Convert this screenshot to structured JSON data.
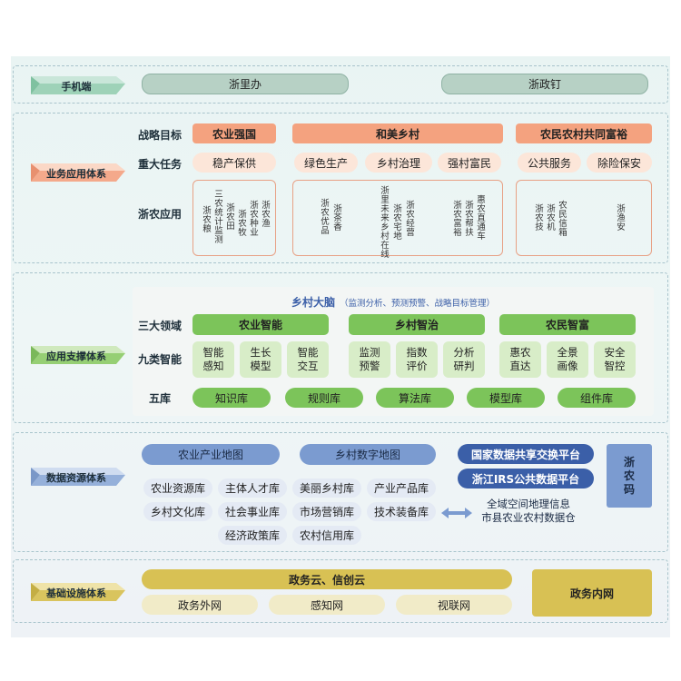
{
  "colors": {
    "orange": "#f4a27f",
    "orange_light": "#fce6d9",
    "green": "#7cc45a",
    "green_light": "#d8edc8",
    "blue": "#7b9bd0",
    "blue_dark": "#3b5fa8",
    "gold": "#d8c154",
    "teal_gray": "#b5ccc0"
  },
  "mobile": {
    "tag": "手机端",
    "items": [
      "浙里办",
      "浙政钉"
    ]
  },
  "business": {
    "tag": "业务应用体系",
    "row_labels": {
      "goals": "战略目标",
      "tasks": "重大任务",
      "apps": "浙农应用"
    },
    "goals": [
      "农业强国",
      "和美乡村",
      "农民农村共同富裕"
    ],
    "tasks": [
      "稳产保供",
      "绿色生产",
      "乡村治理",
      "强村富民",
      "公共服务",
      "除险保安"
    ],
    "apps_group1": [
      "浙农粮",
      "三农统计监测",
      "浙农田",
      "浙农牧",
      "浙农种业",
      "浙农渔"
    ],
    "apps_group2": [
      "浙农优品",
      "浙茶香",
      "浙里未来乡村在线",
      "浙农宅地",
      "浙农经营",
      "浙农富裕",
      "浙农帮扶",
      "惠农直通车"
    ],
    "apps_group3": [
      "浙农技",
      "浙农机",
      "农民信箱",
      "浙渔安"
    ]
  },
  "support": {
    "tag": "应用支撑体系",
    "brain_title": "乡村大脑",
    "brain_sub": "（监测分析、预测预警、战略目标管理）",
    "row_labels": {
      "domains": "三大领域",
      "nine": "九类智能",
      "libs": "五库"
    },
    "domains": [
      "农业智能",
      "乡村智治",
      "农民智富"
    ],
    "nine": [
      [
        "智能",
        "感知"
      ],
      [
        "生长",
        "模型"
      ],
      [
        "智能",
        "交互"
      ],
      [
        "监测",
        "预警"
      ],
      [
        "指数",
        "评价"
      ],
      [
        "分析",
        "研判"
      ],
      [
        "惠农",
        "直达"
      ],
      [
        "全景",
        "画像"
      ],
      [
        "安全",
        "智控"
      ]
    ],
    "libs": [
      "知识库",
      "规则库",
      "算法库",
      "模型库",
      "组件库"
    ]
  },
  "data": {
    "tag": "数据资源体系",
    "maps": [
      "农业产业地图",
      "乡村数字地图"
    ],
    "platforms": [
      "国家数据共享交换平台",
      "浙江IRS公共数据平台"
    ],
    "code": "浙农码",
    "libs_row1": [
      "农业资源库",
      "主体人才库",
      "美丽乡村库",
      "产业产品库"
    ],
    "libs_row2": [
      "乡村文化库",
      "社会事业库",
      "市场营销库",
      "技术装备库"
    ],
    "libs_row3": [
      "经济政策库",
      "农村信用库"
    ],
    "warehouse": [
      "全域空间地理信息",
      "市县农业农村数据仓"
    ]
  },
  "infra": {
    "tag": "基础设施体系",
    "cloud": "政务云、信创云",
    "nets": [
      "政务外网",
      "感知网",
      "视联网"
    ],
    "intranet": "政务内网"
  }
}
